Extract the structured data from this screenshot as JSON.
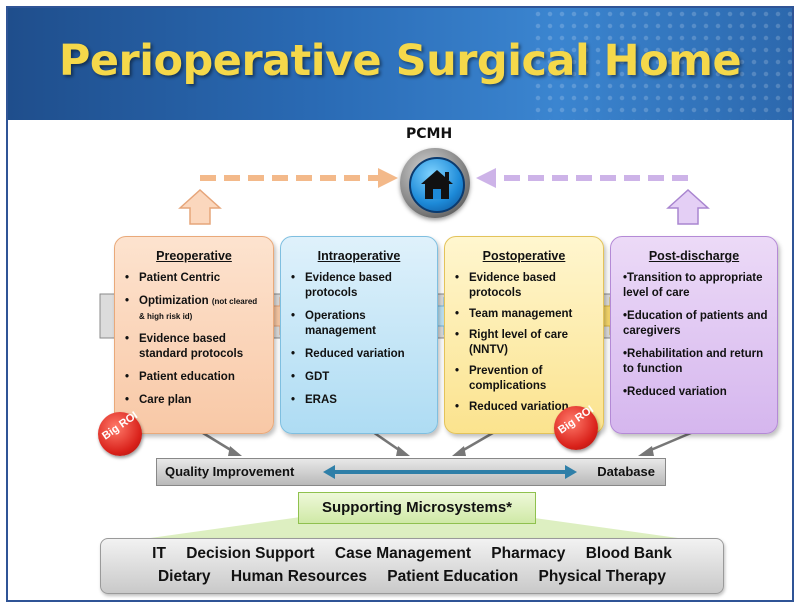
{
  "title": "Perioperative Surgical Home",
  "pcmh": {
    "label": "PCMH",
    "icon": "house-icon"
  },
  "phases": [
    {
      "heading": "Preoperative",
      "items": [
        {
          "text": "Patient Centric",
          "note": ""
        },
        {
          "text": "Optimization",
          "note": "(not cleared & high risk id)"
        },
        {
          "text": "Evidence based standard protocols",
          "note": ""
        },
        {
          "text": "Patient education",
          "note": ""
        },
        {
          "text": "Care plan",
          "note": ""
        }
      ]
    },
    {
      "heading": "Intraoperative",
      "items": [
        {
          "text": "Evidence based protocols"
        },
        {
          "text": "Operations management"
        },
        {
          "text": "Reduced variation"
        },
        {
          "text": "GDT"
        },
        {
          "text": "ERAS"
        }
      ]
    },
    {
      "heading": "Postoperative",
      "items": [
        {
          "text": "Evidence based protocols"
        },
        {
          "text": "Team management"
        },
        {
          "text": "Right level of care (NNTV)"
        },
        {
          "text": "Prevention of complications"
        },
        {
          "text": "Reduced variation"
        }
      ]
    },
    {
      "heading": "Post-discharge",
      "items": [
        {
          "text": "•Transition to appropriate level of care"
        },
        {
          "text": "•Education of patients and caregivers"
        },
        {
          "text": "•Rehabilitation and return to function"
        },
        {
          "text": "•Reduced variation"
        }
      ]
    }
  ],
  "roi_badges": [
    "Big ROI",
    "Big ROI"
  ],
  "quality_bar": {
    "left": "Quality Improvement",
    "right": "Database"
  },
  "supporting": {
    "label": "Supporting Microsystems*"
  },
  "microsystems": {
    "row1": [
      "IT",
      "Decision Support",
      "Case Management",
      "Pharmacy",
      "Blood Bank"
    ],
    "row2": [
      "Dietary",
      "Human Resources",
      "Patient Education",
      "Physical Therapy"
    ]
  },
  "colors": {
    "title": "#f5d84a",
    "banner": "#2a6bb5",
    "preoperative": "#f8c8a6",
    "intraoperative": "#aedcf3",
    "postoperative": "#fbe38e",
    "post_discharge": "#d5b6ee",
    "roi": "#d9211a",
    "supporting": "#cfe9a6"
  }
}
